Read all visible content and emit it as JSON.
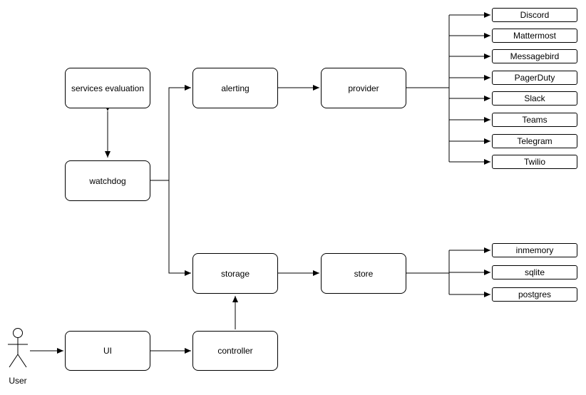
{
  "nodes": {
    "services_evaluation": {
      "label": "services evaluation"
    },
    "watchdog": {
      "label": "watchdog"
    },
    "alerting": {
      "label": "alerting"
    },
    "provider": {
      "label": "provider"
    },
    "storage": {
      "label": "storage"
    },
    "store": {
      "label": "store"
    },
    "controller": {
      "label": "controller"
    },
    "ui": {
      "label": "UI"
    },
    "user": {
      "label": "User"
    }
  },
  "providers": [
    "Discord",
    "Mattermost",
    "Messagebird",
    "PagerDuty",
    "Slack",
    "Teams",
    "Telegram",
    "Twilio"
  ],
  "stores": [
    "inmemory",
    "sqlite",
    "postgres"
  ],
  "edges": [
    {
      "from": "services_evaluation",
      "to": "watchdog",
      "type": "bidirectional"
    },
    {
      "from": "watchdog",
      "to": "alerting",
      "type": "arrow"
    },
    {
      "from": "watchdog",
      "to": "storage",
      "type": "arrow"
    },
    {
      "from": "alerting",
      "to": "provider",
      "type": "arrow"
    },
    {
      "from": "provider",
      "to": "Discord|Mattermost|Messagebird|PagerDuty|Slack|Teams|Telegram|Twilio",
      "type": "fanout"
    },
    {
      "from": "storage",
      "to": "store",
      "type": "arrow"
    },
    {
      "from": "store",
      "to": "inmemory|sqlite|postgres",
      "type": "fanout"
    },
    {
      "from": "controller",
      "to": "storage",
      "type": "arrow"
    },
    {
      "from": "ui",
      "to": "controller",
      "type": "arrow"
    },
    {
      "from": "user",
      "to": "ui",
      "type": "arrow"
    }
  ],
  "colors": {
    "stroke": "#000000",
    "fill": "#ffffff"
  }
}
